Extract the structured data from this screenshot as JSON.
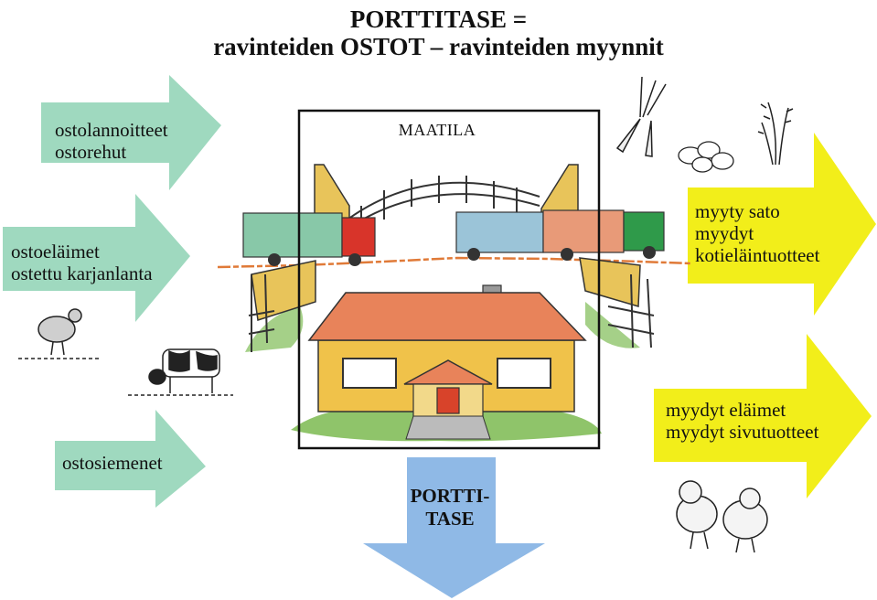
{
  "title": {
    "line1": "PORTTITASE =",
    "line2": "ravinteiden OSTOT – ravinteiden myynnit"
  },
  "farm": {
    "label": "MAATILA"
  },
  "inputs": [
    {
      "lines": [
        "ostolannoitteet",
        "ostorehut"
      ]
    },
    {
      "lines": [
        "ostoeläimet",
        "ostettu karjanlanta"
      ]
    },
    {
      "lines": [
        "ostosiemenet"
      ]
    }
  ],
  "outputs": [
    {
      "lines": [
        "myyty sato",
        "myydyt",
        "kotieläintuotteet"
      ]
    },
    {
      "lines": [
        "myydyt eläimet",
        "myydyt sivutuotteet"
      ]
    }
  ],
  "balance": {
    "lines": [
      "PORTTI-",
      "TASE"
    ]
  },
  "colors": {
    "input_arrow": "#9fd9bf",
    "output_arrow": "#f2ee1a",
    "balance_arrow": "#8fb9e6",
    "roof": "#e8835a",
    "wall": "#f0c24a",
    "grass": "#8fc46a"
  }
}
